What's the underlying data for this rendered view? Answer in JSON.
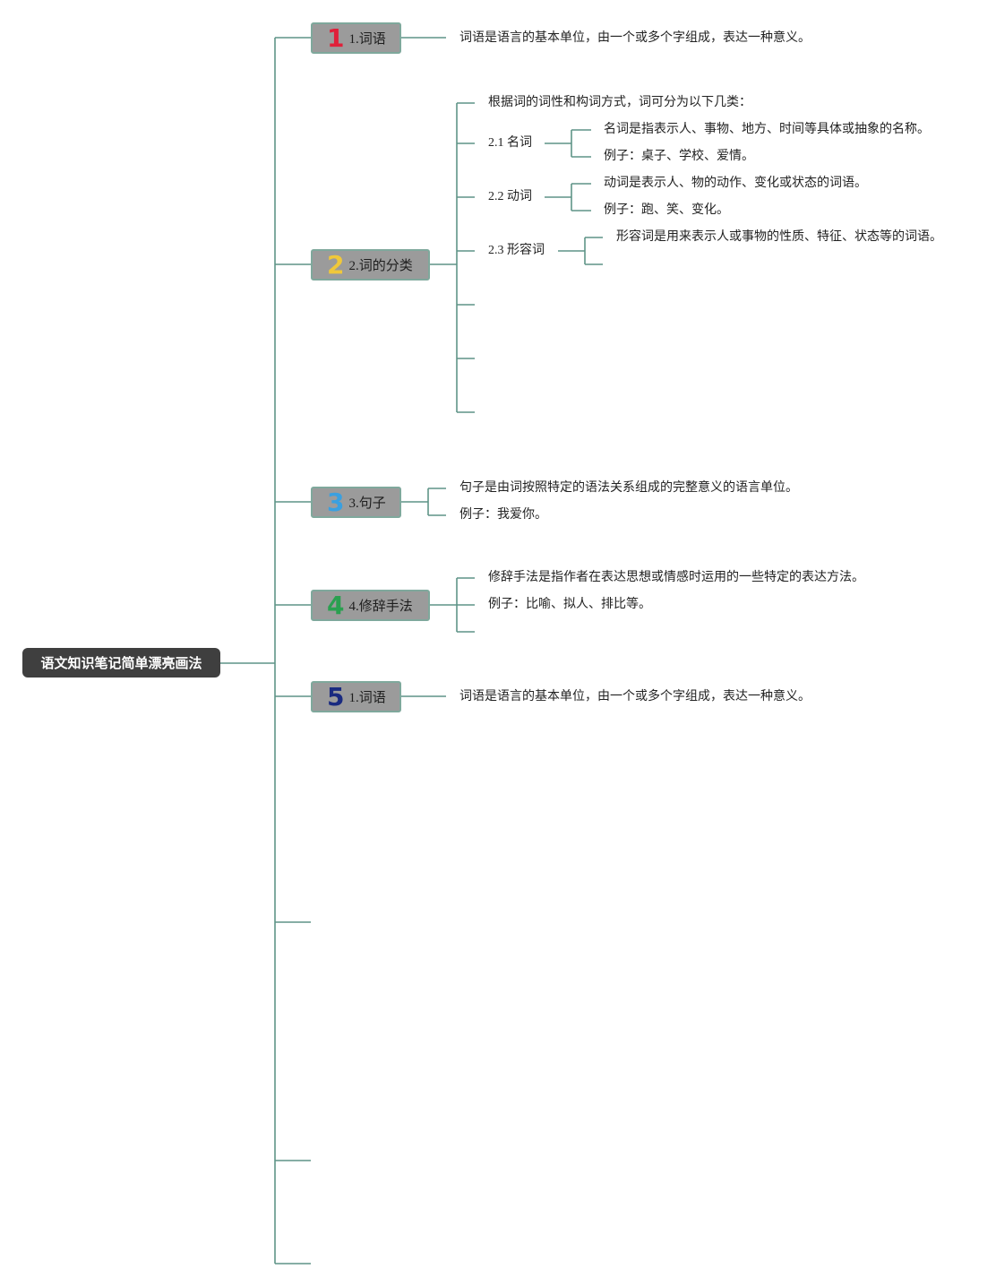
{
  "root": {
    "label": "语文知识笔记简单漂亮画法"
  },
  "colors": {
    "line": "#5f9487",
    "root_bg": "#3f3f3f",
    "topic_bg": "#9b9b9b",
    "topic_border": "#7fa89c",
    "num1": "#e0203a",
    "num2": "#f0c83a",
    "num3": "#3aa0e0",
    "num4": "#2aa050",
    "num5": "#1a2a80"
  },
  "topics": [
    {
      "number": "1",
      "label": "1.词语",
      "notes": [
        "词语是语言的基本单位，由一个或多个字组成，表达一种意义。"
      ]
    },
    {
      "number": "2",
      "label": "2.词的分类",
      "intro": "根据词的词性和构词方式，词可分为以下几类：",
      "subs": [
        {
          "label": "2.1 名词",
          "notes": [
            "名词是指表示人、事物、地方、时间等具体或抽象的名称。",
            "例子：桌子、学校、爱情。"
          ]
        },
        {
          "label": "2.2 动词",
          "notes": [
            "动词是表示人、物的动作、变化或状态的词语。",
            "例子：跑、笑、变化。"
          ]
        },
        {
          "label": "2.3 形容词",
          "notes": [
            "形容词是用来表示人或事物的性质、特征、状态等的词语。"
          ]
        }
      ]
    },
    {
      "number": "3",
      "label": "3.句子",
      "notes": [
        "句子是由词按照特定的语法关系组成的完整意义的语言单位。",
        "例子：我爱你。"
      ]
    },
    {
      "number": "4",
      "label": "4.修辞手法",
      "notes": [
        "修辞手法是指作者在表达思想或情感时运用的一些特定的表达方法。",
        "例子：比喻、拟人、排比等。"
      ]
    },
    {
      "number": "5",
      "label": "1.词语",
      "notes": [
        "词语是语言的基本单位，由一个或多个字组成，表达一种意义。"
      ]
    }
  ]
}
